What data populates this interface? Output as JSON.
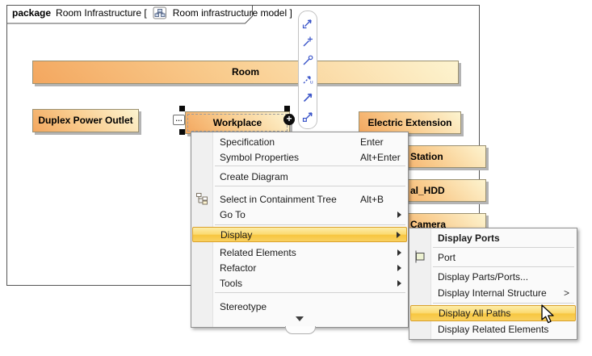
{
  "frame_header": {
    "keyword": "package",
    "package_name": "Room Infrastructure [",
    "diagram_name": "Room infrastructure model ]"
  },
  "diagram": {
    "nodes": {
      "room": "Room",
      "duplex_power_outlet": "Duplex Power Outlet",
      "workplace": "Workplace",
      "electric_extension": "Electric Extension",
      "station": "Station",
      "external_hdd": "al_HDD",
      "camera": "Camera"
    },
    "workplace_controls": {
      "compartments_button": "…",
      "smart_add_button": "+"
    }
  },
  "smart_manipulator": {
    "icons": [
      "new-association-icon",
      "attach-link-icon",
      "provided-interface-icon",
      "usage-dependency-icon",
      "dependency-arrow-icon",
      "connector-icon"
    ]
  },
  "context_menu": {
    "items": [
      {
        "label": "Specification",
        "shortcut": "Enter"
      },
      {
        "label": "Symbol Properties",
        "shortcut": "Alt+Enter"
      },
      {
        "label": "Create Diagram",
        "shortcut": ""
      },
      {
        "label": "Select in Containment Tree",
        "shortcut": "Alt+B"
      },
      {
        "label": "Go To",
        "shortcut": ""
      },
      {
        "label": "Display",
        "shortcut": ""
      },
      {
        "label": "Related Elements",
        "shortcut": ""
      },
      {
        "label": "Refactor",
        "shortcut": ""
      },
      {
        "label": "Tools",
        "shortcut": ""
      },
      {
        "label": "Stereotype",
        "shortcut": ""
      }
    ]
  },
  "display_submenu": {
    "items": [
      {
        "label": "Display Ports"
      },
      {
        "label": "Port"
      },
      {
        "label": "Display Parts/Ports..."
      },
      {
        "label": "Display Internal Structure",
        "chevron": ">"
      },
      {
        "label": "Display All Paths"
      },
      {
        "label": "Display Related Elements"
      }
    ]
  },
  "colors": {
    "node_gradient_start": "#f3a75f",
    "node_gradient_end": "#fdf4d0",
    "node_border": "#9a9071",
    "node_shadow": "#b4b4b4",
    "menu_highlight_border": "#d9a02b",
    "menu_highlight_top": "#fdedaa",
    "menu_highlight_bottom": "#f7c63f",
    "manipulator_icon_blue": "#3b55c9"
  }
}
